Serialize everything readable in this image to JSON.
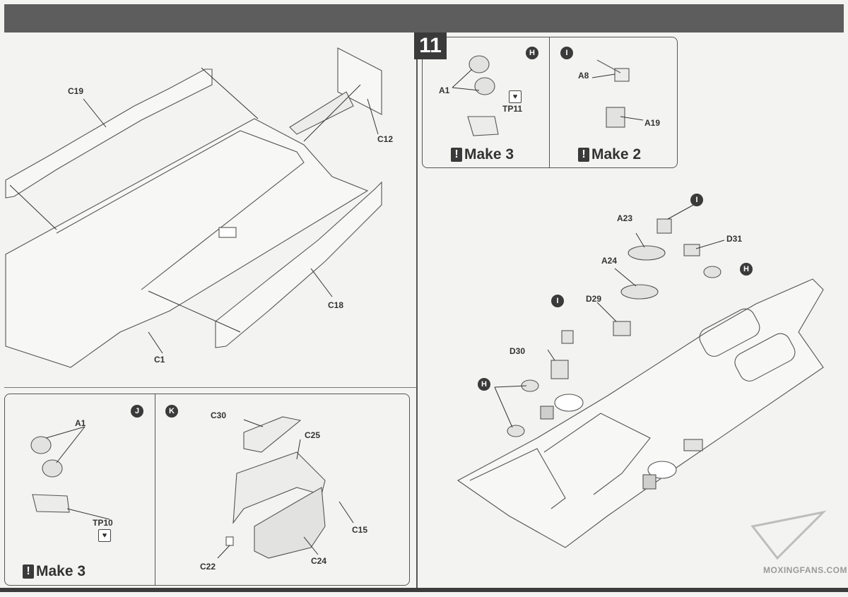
{
  "header": {
    "bar": ""
  },
  "step": {
    "number": "11"
  },
  "labels": {
    "main_left": {
      "c19": "C19",
      "c12": "C12",
      "c18": "C18",
      "c1": "C1"
    },
    "sub_h": {
      "a1": "A1",
      "tp11": "TP11",
      "make": "Make 3",
      "circle": "H"
    },
    "sub_i": {
      "a8": "A8",
      "a19": "A19",
      "make": "Make 2",
      "circle": "I"
    },
    "main_right": {
      "a23": "A23",
      "a24": "A24",
      "d29": "D29",
      "d30": "D30",
      "d31": "D31",
      "circle_i_top": "I",
      "circle_h_right": "H",
      "circle_i_left": "I",
      "circle_h_left": "H"
    },
    "sub_j": {
      "a1": "A1",
      "tp10": "TP10",
      "make": "Make 3",
      "circle": "J"
    },
    "sub_k": {
      "c30": "C30",
      "c25": "C25",
      "c15": "C15",
      "c22": "C22",
      "c24": "C24",
      "circle": "K"
    }
  },
  "watermark": {
    "text": "MOXINGFANS.COM"
  }
}
